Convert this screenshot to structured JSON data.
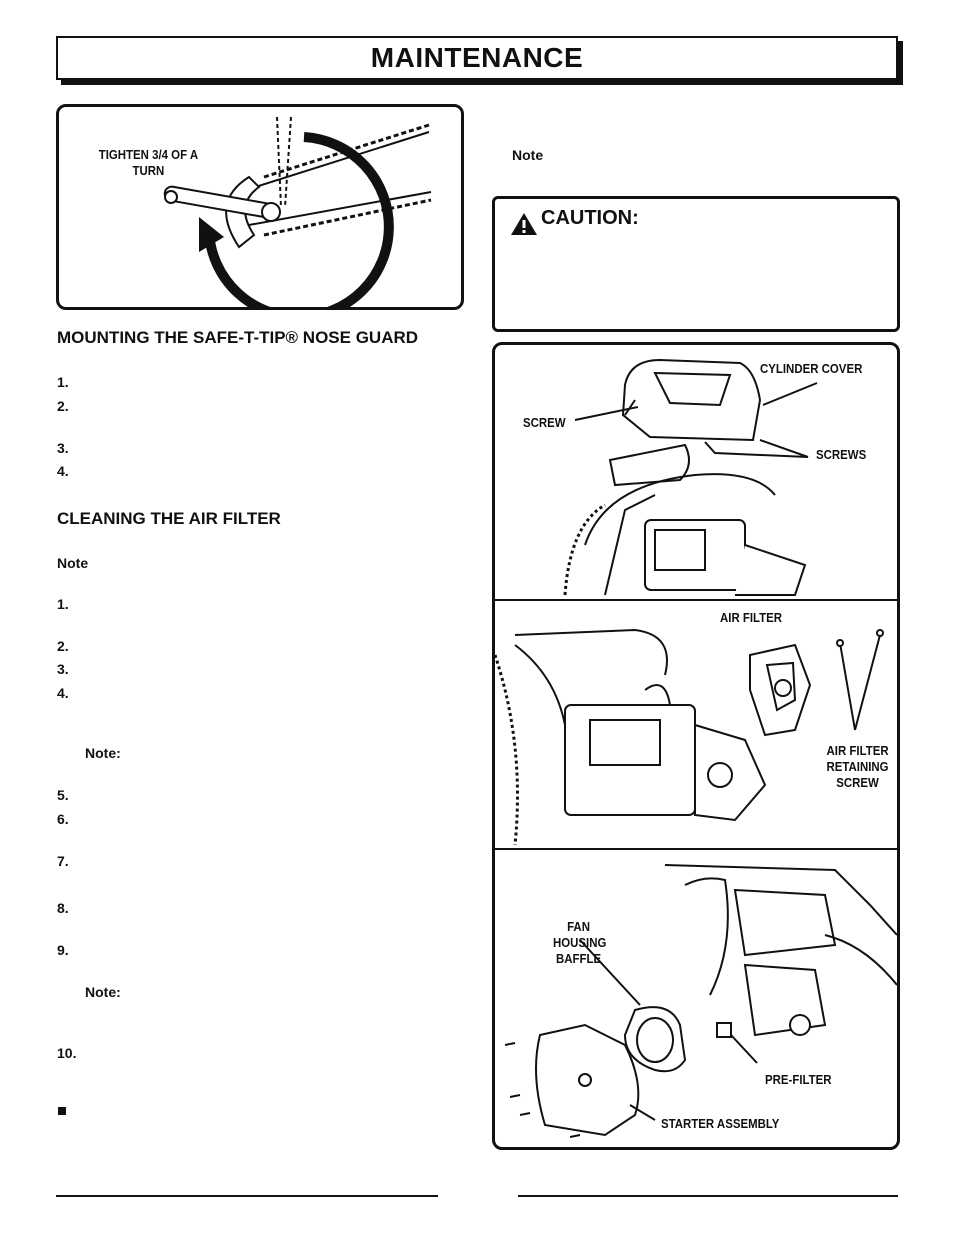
{
  "page": {
    "title": "MAINTENANCE"
  },
  "figures": {
    "nose_guard": {
      "label": "TIGHTEN 3/4 OF A TURN"
    },
    "cylinder_cover": {
      "cylinder_cover": "CYLINDER COVER",
      "screw": "SCREW",
      "screws": "SCREWS"
    },
    "air_filter": {
      "air_filter": "AIR FILTER",
      "retaining_screw": "AIR FILTER RETAINING SCREW"
    },
    "starter": {
      "fan_baffle": "FAN HOUSING BAFFLE",
      "pre_filter": "PRE-FILTER",
      "starter_assembly": "STARTER ASSEMBLY"
    }
  },
  "left": {
    "heading1": "MOUNTING THE SAFE-T-TIP® NOSE GUARD",
    "list1": [
      "1.",
      "2.",
      "3.",
      "4."
    ],
    "heading2": "CLEANING THE AIR FILTER",
    "note1": "Note",
    "list2a": [
      "1.",
      "2.",
      "3.",
      "4."
    ],
    "note2": "Note:",
    "list2b": [
      "5.",
      "6.",
      "7.",
      "8.",
      "9."
    ],
    "note3": "Note:",
    "list2c": [
      "10."
    ]
  },
  "right": {
    "note": "Note",
    "caution": "CAUTION:"
  }
}
